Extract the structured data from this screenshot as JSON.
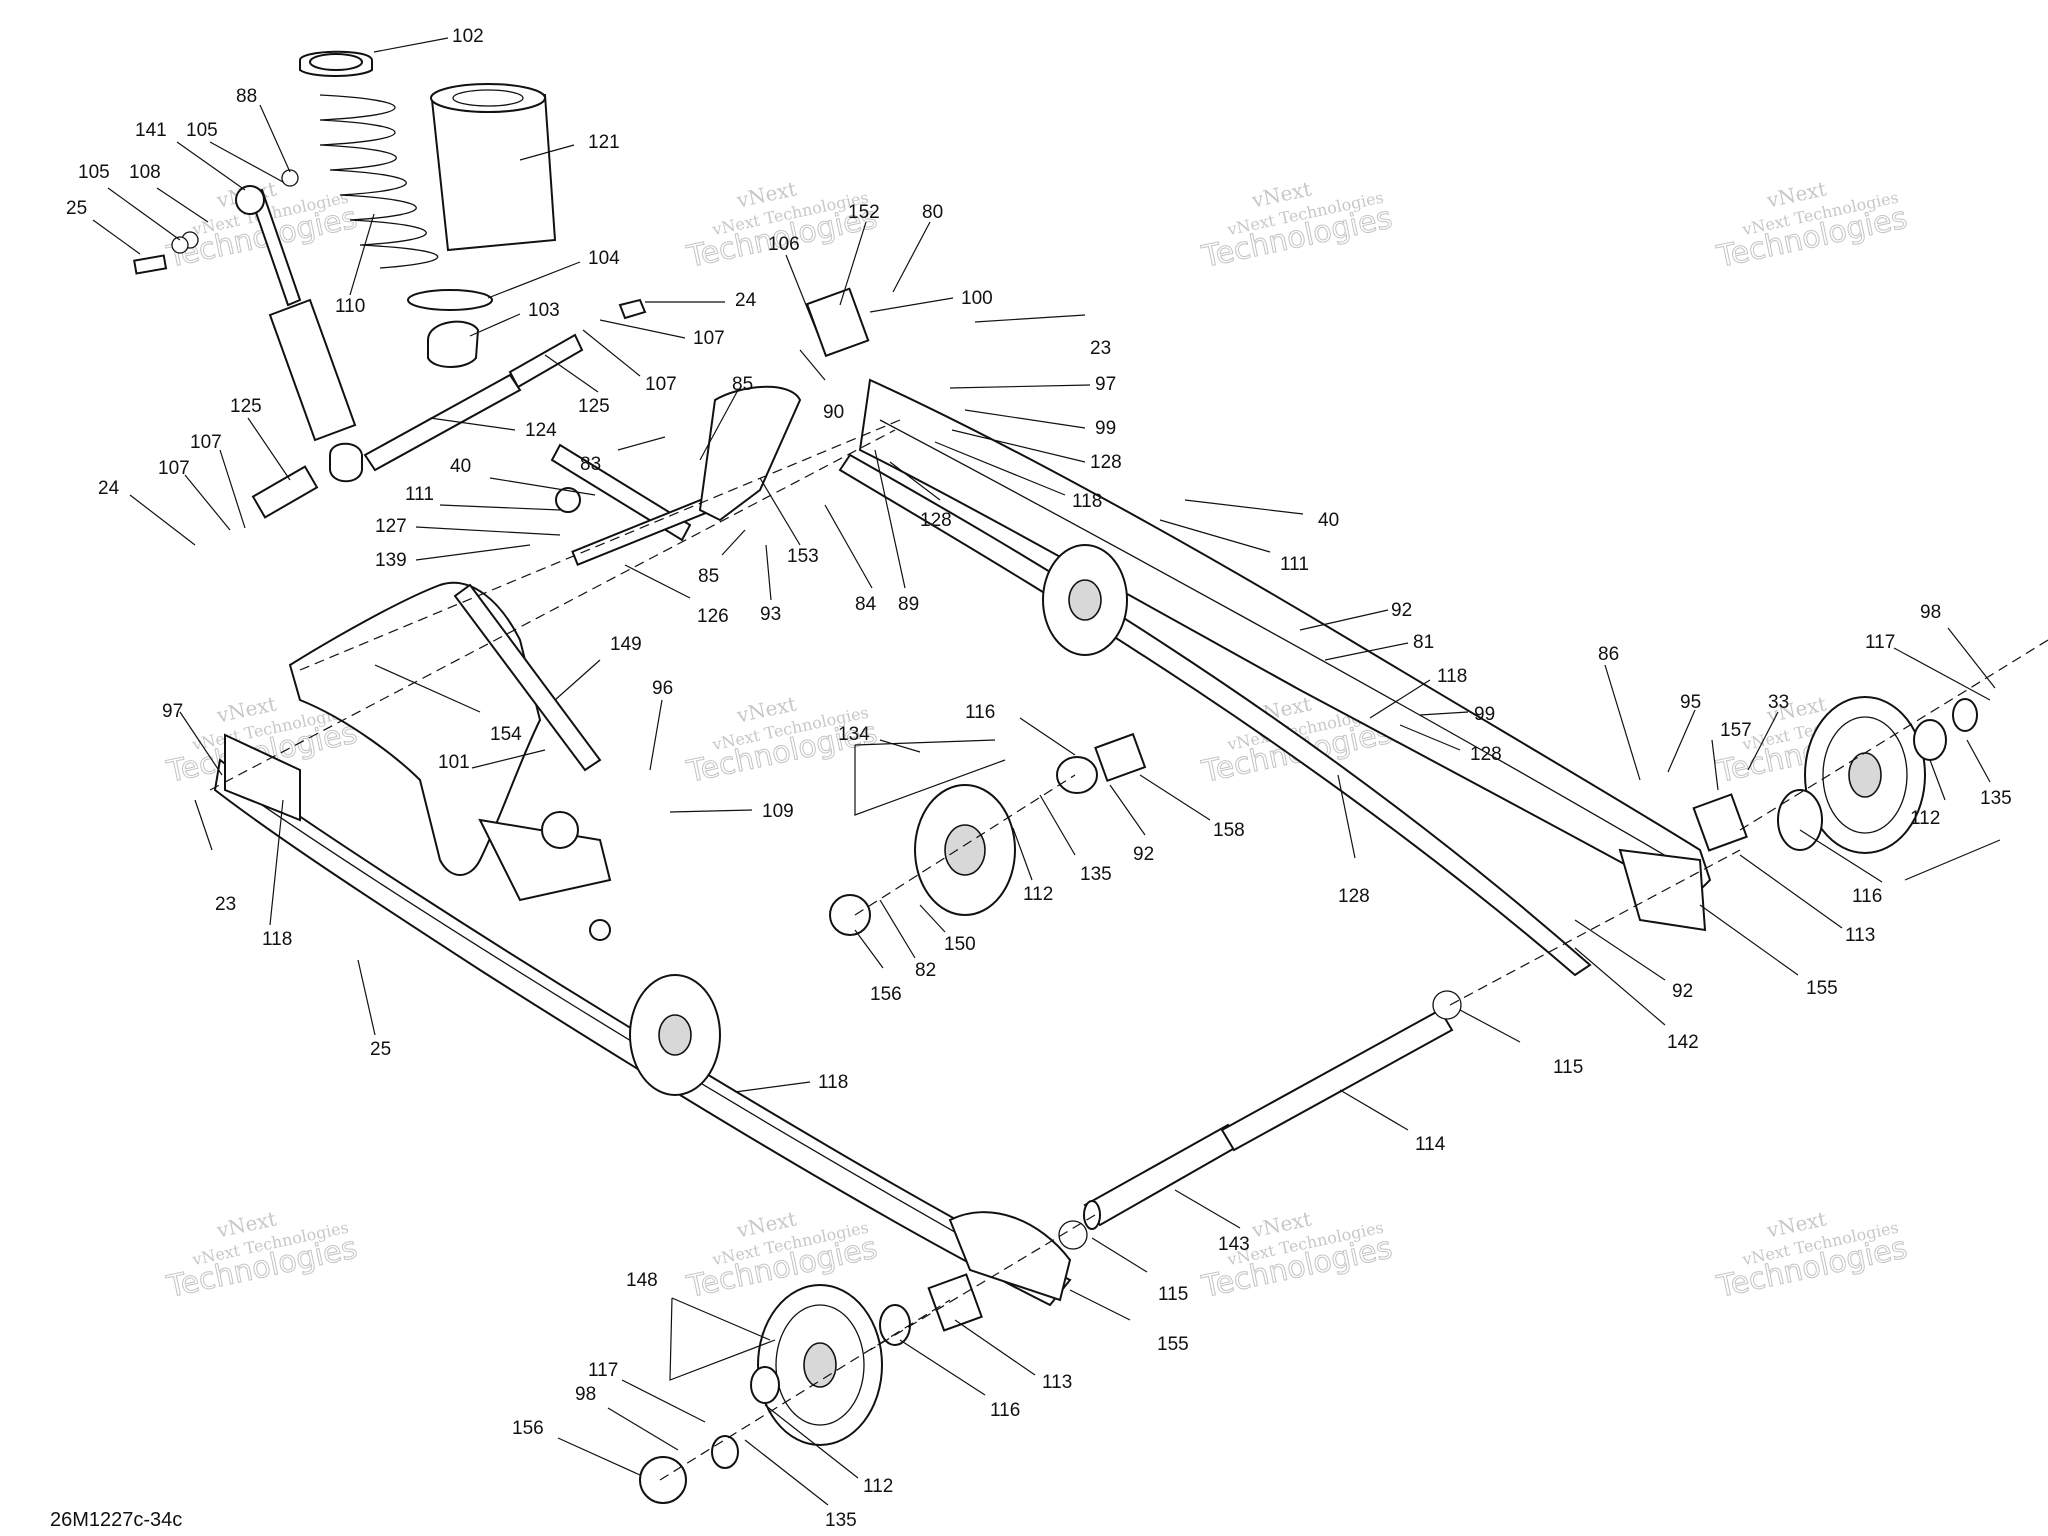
{
  "diagram_ref": "26M1227c-34c",
  "watermark": {
    "line1": "vNext",
    "line2": "vNext Technologies",
    "line3": "Technologies"
  },
  "callouts": [
    {
      "id": "102",
      "label": "102"
    },
    {
      "id": "88",
      "label": "88"
    },
    {
      "id": "141",
      "label": "141"
    },
    {
      "id": "105a",
      "label": "105"
    },
    {
      "id": "105b",
      "label": "105"
    },
    {
      "id": "108",
      "label": "108"
    },
    {
      "id": "25a",
      "label": "25"
    },
    {
      "id": "121",
      "label": "121"
    },
    {
      "id": "110",
      "label": "110"
    },
    {
      "id": "104",
      "label": "104"
    },
    {
      "id": "103",
      "label": "103"
    },
    {
      "id": "24a",
      "label": "24"
    },
    {
      "id": "107a",
      "label": "107"
    },
    {
      "id": "107b",
      "label": "107"
    },
    {
      "id": "125a",
      "label": "125"
    },
    {
      "id": "125b",
      "label": "125"
    },
    {
      "id": "124",
      "label": "124"
    },
    {
      "id": "107c",
      "label": "107"
    },
    {
      "id": "107d",
      "label": "107"
    },
    {
      "id": "24b",
      "label": "24"
    },
    {
      "id": "40a",
      "label": "40"
    },
    {
      "id": "111a",
      "label": "111"
    },
    {
      "id": "127",
      "label": "127"
    },
    {
      "id": "139",
      "label": "139"
    },
    {
      "id": "83",
      "label": "83"
    },
    {
      "id": "85a",
      "label": "85"
    },
    {
      "id": "85b",
      "label": "85"
    },
    {
      "id": "93",
      "label": "93"
    },
    {
      "id": "153",
      "label": "153"
    },
    {
      "id": "126",
      "label": "126"
    },
    {
      "id": "106",
      "label": "106"
    },
    {
      "id": "152",
      "label": "152"
    },
    {
      "id": "80",
      "label": "80"
    },
    {
      "id": "100",
      "label": "100"
    },
    {
      "id": "90",
      "label": "90"
    },
    {
      "id": "23a",
      "label": "23"
    },
    {
      "id": "97a",
      "label": "97"
    },
    {
      "id": "99a",
      "label": "99"
    },
    {
      "id": "128a",
      "label": "128"
    },
    {
      "id": "118a",
      "label": "118"
    },
    {
      "id": "128b",
      "label": "128"
    },
    {
      "id": "84",
      "label": "84"
    },
    {
      "id": "89",
      "label": "89"
    },
    {
      "id": "40b",
      "label": "40"
    },
    {
      "id": "111b",
      "label": "111"
    },
    {
      "id": "92a",
      "label": "92"
    },
    {
      "id": "81",
      "label": "81"
    },
    {
      "id": "118b",
      "label": "118"
    },
    {
      "id": "99b",
      "label": "99"
    },
    {
      "id": "128c",
      "label": "128"
    },
    {
      "id": "86",
      "label": "86"
    },
    {
      "id": "95",
      "label": "95"
    },
    {
      "id": "157",
      "label": "157"
    },
    {
      "id": "33",
      "label": "33"
    },
    {
      "id": "98a",
      "label": "98"
    },
    {
      "id": "117a",
      "label": "117"
    },
    {
      "id": "135a",
      "label": "135"
    },
    {
      "id": "112a",
      "label": "112"
    },
    {
      "id": "116a",
      "label": "116"
    },
    {
      "id": "113a",
      "label": "113"
    },
    {
      "id": "155a",
      "label": "155"
    },
    {
      "id": "92b",
      "label": "92"
    },
    {
      "id": "142",
      "label": "142"
    },
    {
      "id": "128d",
      "label": "128"
    },
    {
      "id": "149",
      "label": "149"
    },
    {
      "id": "154",
      "label": "154"
    },
    {
      "id": "96",
      "label": "96"
    },
    {
      "id": "101",
      "label": "101"
    },
    {
      "id": "109",
      "label": "109"
    },
    {
      "id": "97b",
      "label": "97"
    },
    {
      "id": "23b",
      "label": "23"
    },
    {
      "id": "118c",
      "label": "118"
    },
    {
      "id": "25b",
      "label": "25"
    },
    {
      "id": "134",
      "label": "134"
    },
    {
      "id": "116b",
      "label": "116"
    },
    {
      "id": "158",
      "label": "158"
    },
    {
      "id": "92c",
      "label": "92"
    },
    {
      "id": "135b",
      "label": "135"
    },
    {
      "id": "112b",
      "label": "112"
    },
    {
      "id": "150",
      "label": "150"
    },
    {
      "id": "82",
      "label": "82"
    },
    {
      "id": "156a",
      "label": "156"
    },
    {
      "id": "118d",
      "label": "118"
    },
    {
      "id": "115a",
      "label": "115"
    },
    {
      "id": "114",
      "label": "114"
    },
    {
      "id": "143",
      "label": "143"
    },
    {
      "id": "115b",
      "label": "115"
    },
    {
      "id": "155b",
      "label": "155"
    },
    {
      "id": "113b",
      "label": "113"
    },
    {
      "id": "116c",
      "label": "116"
    },
    {
      "id": "148",
      "label": "148"
    },
    {
      "id": "117b",
      "label": "117"
    },
    {
      "id": "98b",
      "label": "98"
    },
    {
      "id": "156b",
      "label": "156"
    },
    {
      "id": "112c",
      "label": "112"
    },
    {
      "id": "135c",
      "label": "135"
    }
  ]
}
